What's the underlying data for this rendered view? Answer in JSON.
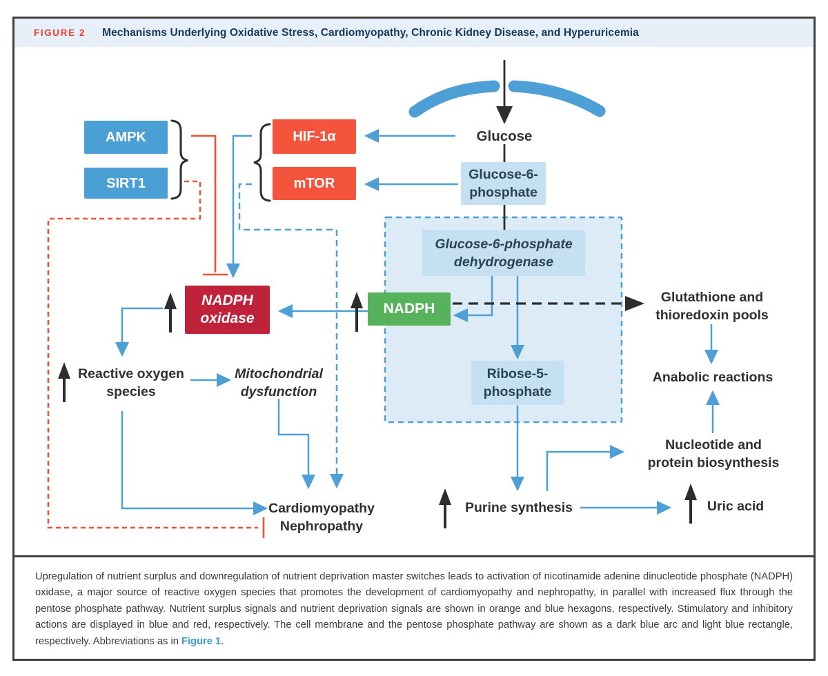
{
  "header": {
    "figure_label": "FIGURE 2",
    "title": "Mechanisms Underlying Oxidative Stress, Cardiomyopathy, Chronic Kidney Disease, and Hyperuricemia"
  },
  "boxes": {
    "ampk": "AMPK",
    "sirt1": "SIRT1",
    "hif1a": "HIF-1α",
    "mtor": "mTOR",
    "nadph_oxidase": {
      "line1": "NADPH",
      "line2": "oxidase"
    },
    "nadph": "NADPH",
    "g6p": {
      "line1": "Glucose-6-",
      "line2": "phosphate"
    },
    "g6pd": {
      "line1": "Glucose-6-phosphate",
      "line2": "dehydrogenase"
    },
    "r5p": {
      "line1": "Ribose-5-",
      "line2": "phosphate"
    }
  },
  "labels": {
    "glucose": "Glucose",
    "ros": {
      "line1": "Reactive oxygen",
      "line2": "species"
    },
    "mito": {
      "line1": "Mitochondrial",
      "line2": "dysfunction"
    },
    "cardio": {
      "line1": "Cardiomyopathy",
      "line2": "Nephropathy"
    },
    "purine": "Purine synthesis",
    "glutathione": {
      "line1": "Glutathione and",
      "line2": "thioredoxin pools"
    },
    "anabolic": "Anabolic reactions",
    "nucleotide": {
      "line1": "Nucleotide and",
      "line2": "protein biosynthesis"
    },
    "uric_acid": "Uric acid"
  },
  "caption": {
    "body": "Upregulation of nutrient surplus and downregulation of nutrient deprivation master switches leads to activation of nicotinamide adenine dinucleotide phosphate (NADPH) oxidase, a major source of reactive oxygen species that promotes the development of cardiomyopathy and nephropathy, in parallel with increased flux through the pentose phosphate pathway. Nutrient surplus signals and nutrient deprivation signals are shown in orange and blue hexagons, respectively. Stimulatory and inhibitory actions are displayed in blue and red, respectively. The cell membrane and the pentose phosphate pathway are shown as a dark blue arc and light blue rectangle, respectively. Abbreviations as in ",
    "link": "Figure 1",
    "after_link": "."
  },
  "colors": {
    "header_bg": "#e7f0f8",
    "figure_label_red": "#ee3b36",
    "title_navy": "#17365c",
    "box_blue": "#4aa0d4",
    "box_orange": "#f4533c",
    "box_darkred": "#c0223a",
    "box_green": "#57b25c",
    "box_lightblue": "#c6e0f3",
    "ppp_fill": "#ddebf7",
    "line_blue": "#4d9fd6",
    "line_red": "#ef5038",
    "line_black": "#2d2d2d",
    "label_dark": "#303030",
    "box_text_dark": "#2a4257",
    "link_blue": "#3d9bd5",
    "frame_border": "#404040"
  }
}
